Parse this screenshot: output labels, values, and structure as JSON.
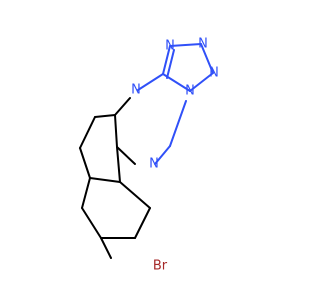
{
  "colors": {
    "carbon": "#000000",
    "nitrogen": "#3050F8",
    "bromine": "#A62929",
    "background": "#ffffff"
  },
  "atoms": {
    "n_top": "N",
    "n_upper_right": "N",
    "n_right": "N",
    "n_tetrazole_left": "N",
    "n_triazine_top": "N",
    "n_triazine_bottom": "N",
    "br": "Br"
  }
}
